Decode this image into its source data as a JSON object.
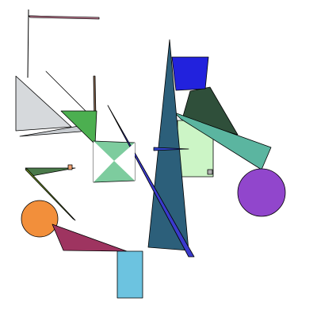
{
  "canvas": {
    "background": "#ffffff",
    "stroke": "#000000"
  },
  "shapes": [
    {
      "name": "top-left-line-shape",
      "kind": "path",
      "color": "#000000"
    },
    {
      "name": "top-left-pink-sliver-shape",
      "kind": "polygon",
      "color": "#d98aa4"
    },
    {
      "name": "grey-triangle-shape",
      "kind": "polygon",
      "color": "#d6d9dc"
    },
    {
      "name": "grey-needle-shape",
      "kind": "polygon",
      "color": "#c8ccd0"
    },
    {
      "name": "dark-needle-shape",
      "kind": "polygon",
      "color": "#2f4f4f"
    },
    {
      "name": "brown-vertical-needle-shape",
      "kind": "polygon",
      "color": "#8b6a52"
    },
    {
      "name": "green-triangle-shape",
      "kind": "polygon",
      "color": "#4caf50"
    },
    {
      "name": "mint-bowtie-shape",
      "kind": "polygon",
      "color": "#7dcc9e"
    },
    {
      "name": "small-dark-green-triangle-shape",
      "kind": "polygon",
      "color": "#4a7a4a"
    },
    {
      "name": "small-orange-square-shape",
      "kind": "polygon",
      "color": "#f0a070"
    },
    {
      "name": "small-olive-sliver-shape",
      "kind": "polygon",
      "color": "#6b8e23"
    },
    {
      "name": "orange-circle-shape",
      "kind": "circle",
      "color": "#f28f3b"
    },
    {
      "name": "maroon-triangle-shape",
      "kind": "polygon",
      "color": "#9e3460"
    },
    {
      "name": "light-blue-rectangle-shape",
      "kind": "polygon",
      "color": "#6cc3e0"
    },
    {
      "name": "light-green-rectangle-shape",
      "kind": "polygon",
      "color": "#ccf5c6"
    },
    {
      "name": "tiny-grey-square-shape",
      "kind": "polygon",
      "color": "#b0b0b0"
    },
    {
      "name": "dark-green-quad-shape",
      "kind": "polygon",
      "color": "#2f4f3a"
    },
    {
      "name": "teal-quad-shape",
      "kind": "polygon",
      "color": "#5bb5a0"
    },
    {
      "name": "steel-blue-spike-shape",
      "kind": "polygon",
      "color": "#2c5f7a"
    },
    {
      "name": "blue-square-shape",
      "kind": "polygon",
      "color": "#2222dd"
    },
    {
      "name": "blue-needle-shape",
      "kind": "polygon",
      "color": "#3a3acc"
    },
    {
      "name": "blue-small-sliver-shape",
      "kind": "polygon",
      "color": "#3344cc"
    },
    {
      "name": "purple-circle-shape",
      "kind": "circle",
      "color": "#9146cc"
    }
  ]
}
